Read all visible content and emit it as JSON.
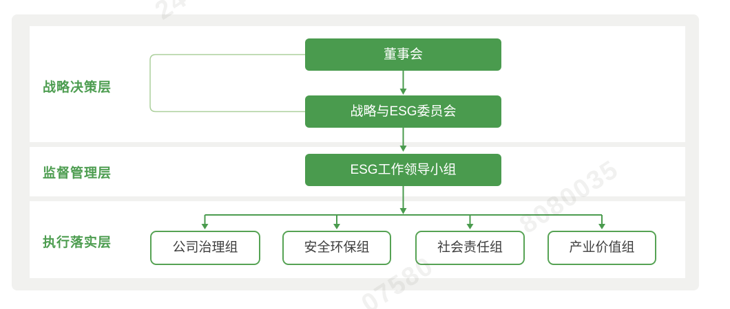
{
  "diagram": {
    "title_semantic": "ESG governance structure org chart",
    "layers": [
      {
        "label": "战略决策层"
      },
      {
        "label": "监督管理层"
      },
      {
        "label": "执行落实层"
      }
    ],
    "nodes": {
      "board": "董事会",
      "committee": "战略与ESG委员会",
      "leading_group": "ESG工作领导小组",
      "groups": [
        "公司治理组",
        "安全环保组",
        "社会责任组",
        "产业价值组"
      ]
    },
    "connections": [
      {
        "from": "董事会",
        "to": "战略与ESG委员会",
        "type": "arrow"
      },
      {
        "from": "战略与ESG委员会",
        "to": "ESG工作领导小组",
        "type": "arrow"
      },
      {
        "from": "ESG工作领导小组",
        "to": "公司治理组",
        "type": "arrow"
      },
      {
        "from": "ESG工作领导小组",
        "to": "安全环保组",
        "type": "arrow"
      },
      {
        "from": "ESG工作领导小组",
        "to": "社会责任组",
        "type": "arrow"
      },
      {
        "from": "ESG工作领导小组",
        "to": "产业价值组",
        "type": "arrow"
      },
      {
        "from": "董事会",
        "to": "战略与ESG委员会",
        "type": "bracket"
      }
    ],
    "colors": {
      "node_green": "#4a9b4e",
      "group_border_green": "#55a253",
      "bracket_light_green": "#abcf9b",
      "label_green": "#4d9d50",
      "container_gray": "#f1f1ef",
      "group_text": "#3d3d3d"
    },
    "watermark": {
      "fragments": [
        "24",
        "8080035",
        "07580"
      ]
    }
  }
}
